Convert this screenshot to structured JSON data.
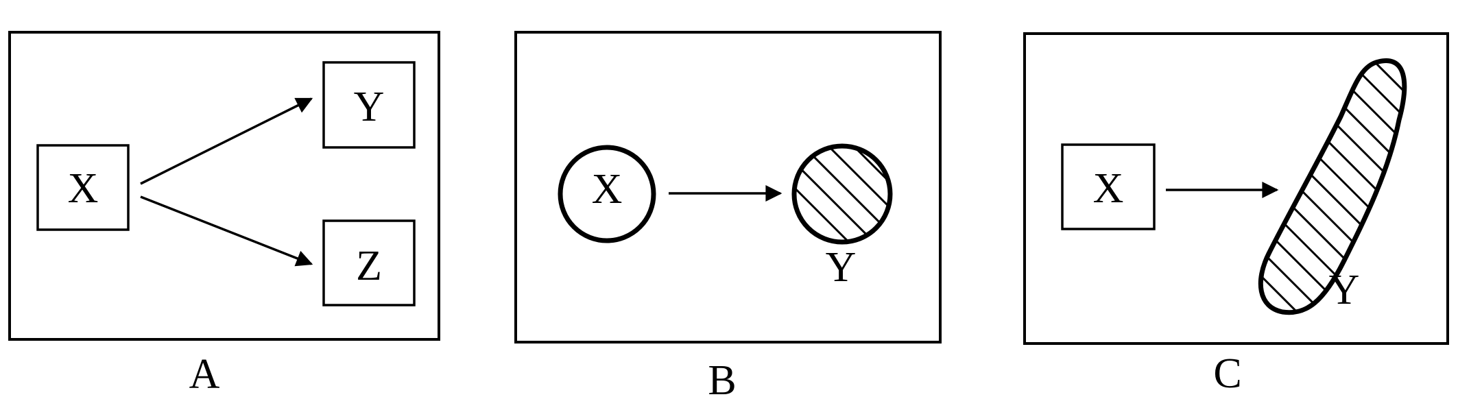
{
  "panels": [
    {
      "caption": "A",
      "nodes": {
        "source": "X",
        "target_top": "Y",
        "target_bottom": "Z"
      }
    },
    {
      "caption": "B",
      "nodes": {
        "source": "X",
        "target": "Y"
      }
    },
    {
      "caption": "C",
      "nodes": {
        "source": "X",
        "target": "Y"
      }
    }
  ],
  "colors": {
    "ink": "#000000",
    "background": "#ffffff"
  }
}
